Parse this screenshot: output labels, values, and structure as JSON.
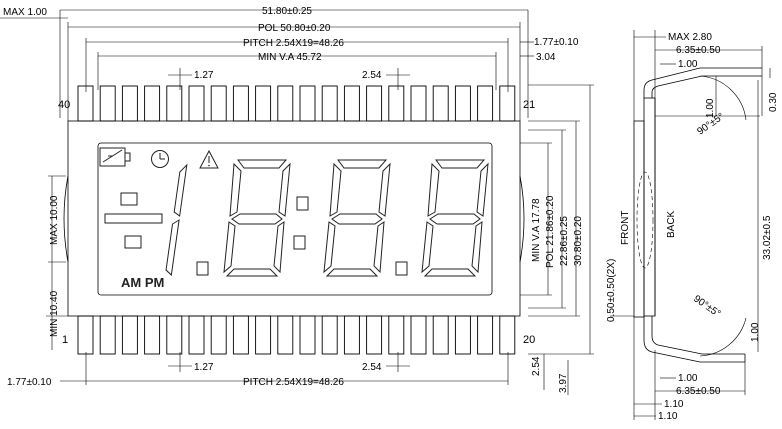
{
  "dimensions": {
    "max_top": "MAX 1.00",
    "overall_width": "51.80±0.25",
    "pol_width": "POL 50.80±0.20",
    "pitch_top": "PITCH 2.54X19=48.26",
    "min_va_width": "MIN V.A 45.72",
    "offset_1_77_top": "1.77±0.10",
    "offset_3_04": "3.04",
    "pin_1_27_top": "1.27",
    "pin_2_54_top": "2.54",
    "pin_1_27_bottom": "1.27",
    "pin_2_54_bottom": "2.54",
    "pitch_bottom": "PITCH 2.54X19=48.26",
    "offset_1_77_bottom": "1.77±0.10",
    "max_10": "MAX 10.00",
    "min_10_40": "MIN 10.40",
    "min_va_height": "MIN V.A 17.78",
    "pol_height": "POL 21.86±0.20",
    "height_22_86": "22.86±0.25",
    "height_30_80": "30.80±0.20",
    "pin_2_54_side": "2.54",
    "pin_3_97": "3.97"
  },
  "pins": {
    "top_left": "40",
    "top_right": "21",
    "bottom_left": "1",
    "bottom_right": "20"
  },
  "lcd": {
    "am_pm": "AM PM",
    "digits": "-1.8:8.8"
  },
  "side_view": {
    "max_2_80": "MAX 2.80",
    "width_6_35_top": "6.35±0.50",
    "d_1_00_top": "1.00",
    "d_1_00_vert": "1.00",
    "d_0_30": "0.30",
    "angle_top": "90°±5°",
    "front": "FRONT",
    "back": "BACK",
    "thickness": "0.50±0.50(2X)",
    "length_33_02": "33.02±0.5",
    "angle_bottom": "90°±5°",
    "d_1_00_bottom": "1.00",
    "d_1_00_right": "1.00",
    "width_6_35_bottom": "6.35±0.50",
    "d_1_10_a": "1.10",
    "d_1_10_b": "1.10"
  },
  "colors": {
    "line": "#000000",
    "background": "#ffffff",
    "segment": "#222222"
  }
}
